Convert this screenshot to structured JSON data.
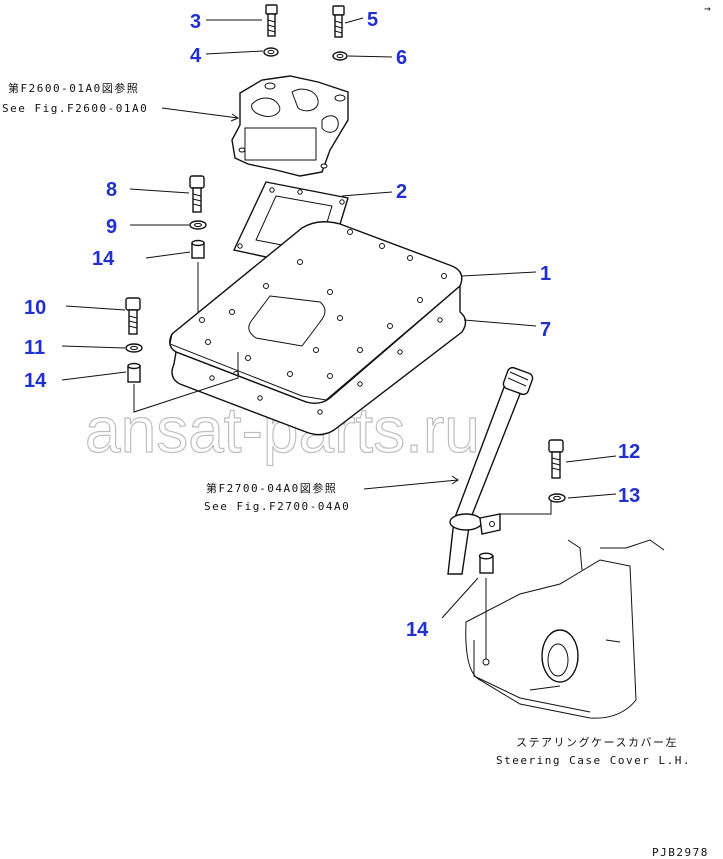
{
  "callouts": [
    {
      "num": "3"
    },
    {
      "num": "5"
    },
    {
      "num": "4"
    },
    {
      "num": "6"
    },
    {
      "num": "8"
    },
    {
      "num": "2"
    },
    {
      "num": "9"
    },
    {
      "num": "14"
    },
    {
      "num": "1"
    },
    {
      "num": "10"
    },
    {
      "num": "7"
    },
    {
      "num": "11"
    },
    {
      "num": "14"
    },
    {
      "num": "12"
    },
    {
      "num": "13"
    },
    {
      "num": "14"
    }
  ],
  "references": {
    "f2600_jp": "第F2600-01A0図参照",
    "f2600_en": "See Fig.F2600-01A0",
    "f2700_jp": "第F2700-04A0図参照",
    "f2700_en": "See Fig.F2700-04A0"
  },
  "caption": {
    "jp": "ステアリングケースカバー左",
    "en": "Steering Case Cover L.H."
  },
  "corner_mark": "→",
  "drawing_code": "PJB2978",
  "watermark": "ansat-parts.ru",
  "colors": {
    "callout": "#1f2fd0",
    "line": "#111111",
    "watermark": "#8a8a8a"
  }
}
